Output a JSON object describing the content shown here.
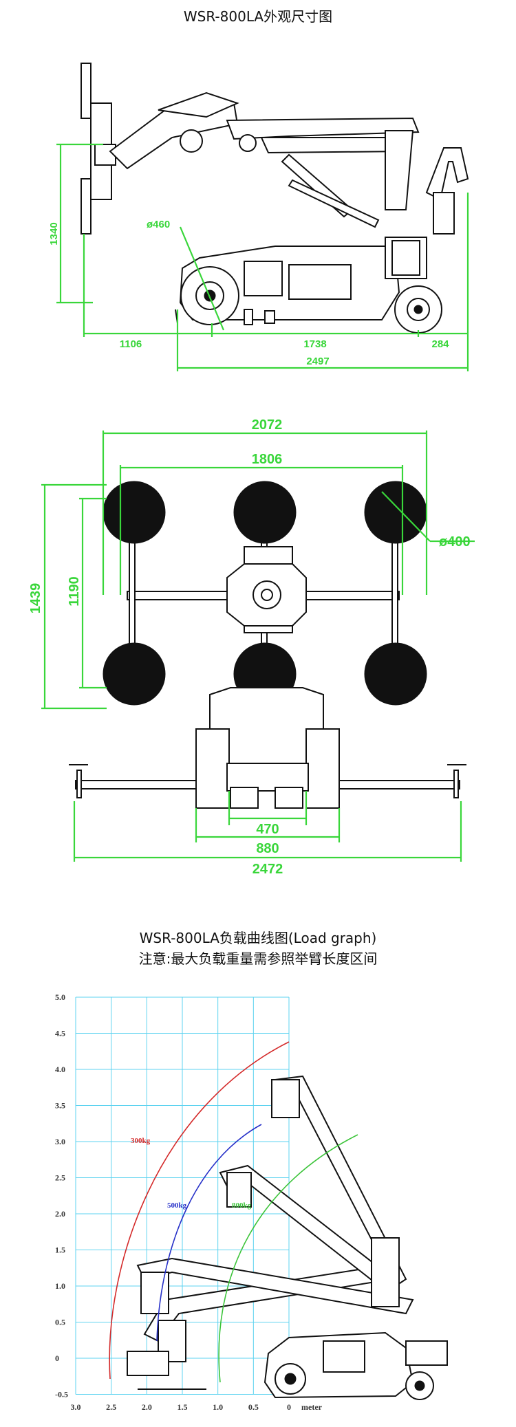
{
  "section1": {
    "title": "WSR-800LA外观尺寸图",
    "dims": {
      "height": "1340",
      "wheel_dia": "ø460",
      "front": "1106",
      "wheelbase": "1738",
      "rear": "284",
      "total_length": "2497"
    }
  },
  "section2": {
    "dims": {
      "frame_width": "2072",
      "cup_span": "1806",
      "frame_height": "1439",
      "cup_height": "1190",
      "cup_dia": "ø400",
      "track_inner": "470",
      "track_outer": "880",
      "outrigger_span": "2472"
    }
  },
  "section3": {
    "title": "WSR-800LA负载曲线图(Load graph)",
    "subtitle": "注意:最大负载重量需参照举臂长度区间",
    "y_ticks": [
      "5.0",
      "4.5",
      "4.0",
      "3.5",
      "3.0",
      "2.5",
      "2.0",
      "1.5",
      "1.0",
      "0.5",
      "0",
      "-0.5"
    ],
    "x_ticks": [
      "3.0",
      "2.5",
      "2.0",
      "1.5",
      "1.0",
      "0.5",
      "0"
    ],
    "x_unit": "meter",
    "curve_labels": {
      "red": "300kg",
      "blue": "500kg",
      "green": "800kg"
    },
    "colors": {
      "dim": "#39d63a",
      "grid": "#5ed3f0",
      "red": "#d42a2a",
      "blue": "#2630c8",
      "green": "#3cc43a"
    }
  }
}
